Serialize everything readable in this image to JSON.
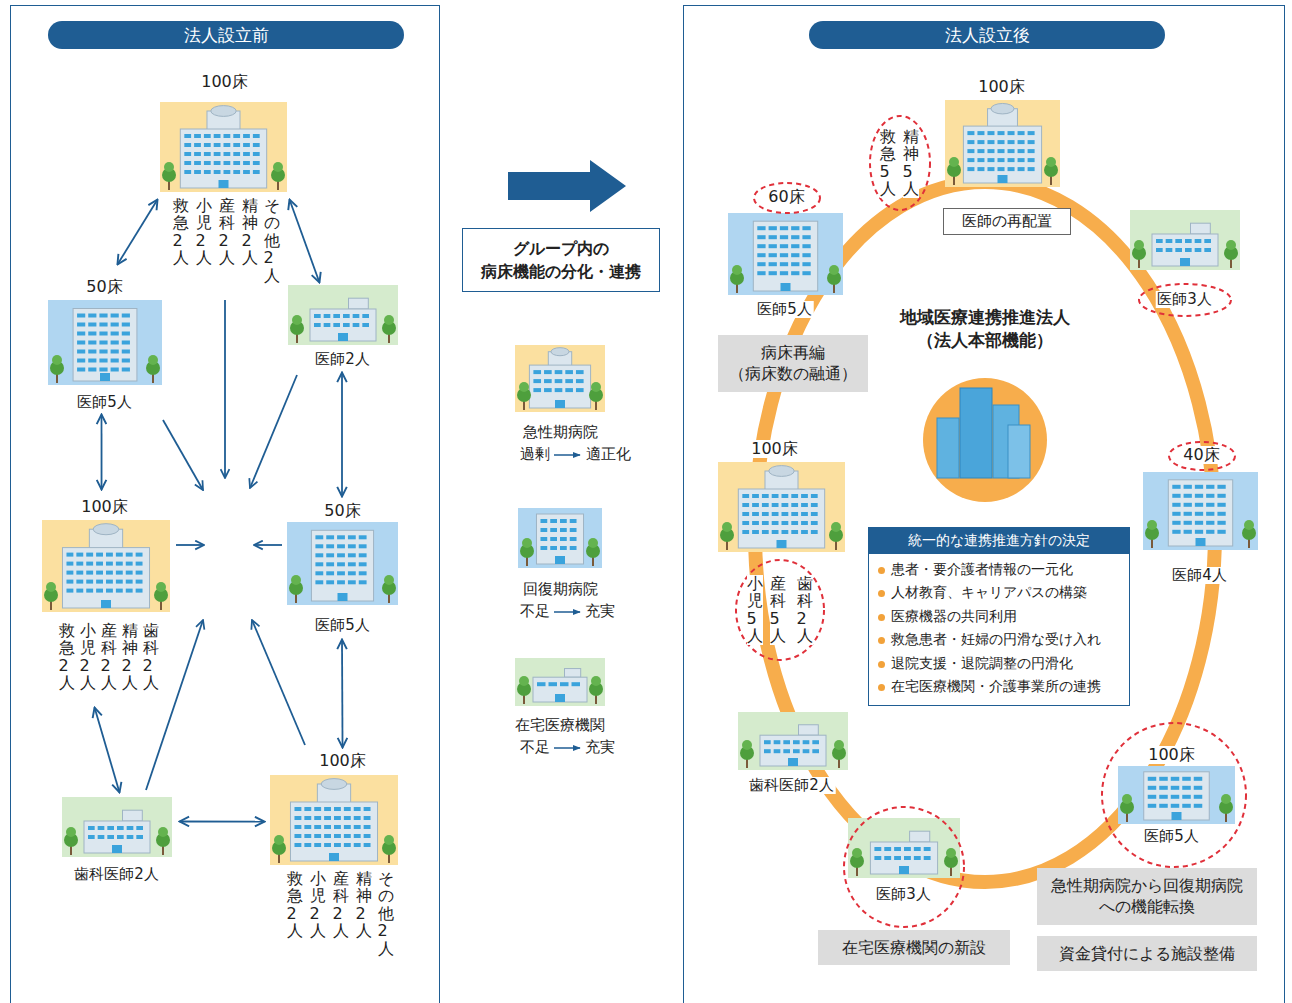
{
  "diagram": {
    "nodes": [
      {
        "text": [
          "法人設立前"
        ]
      },
      {
        "text": [
          "100床",
          "救急2人",
          "小児2人",
          "産科2人",
          "精神2人",
          "その他2人"
        ],
        "in": 0
      },
      {
        "text": [
          "50床",
          "医師5人"
        ],
        "in": 0
      },
      {
        "text": [
          "医師2人"
        ],
        "in": 0
      },
      {
        "text": [
          "100床",
          "救急2人",
          "小児2人",
          "産科2人",
          "精神2人",
          "歯科2人"
        ],
        "in": 0
      },
      {
        "text": [
          "50床",
          "医師5人"
        ],
        "in": 0
      },
      {
        "text": [
          "歯科医師2人"
        ],
        "in": 0
      },
      {
        "text": [
          "100床",
          "救急2人",
          "小児2人",
          "産科2人",
          "精神2人",
          "その他2人"
        ],
        "in": 0
      },
      {
        "text": [
          "グループ内の 病床機能の分化・連携"
        ]
      },
      {
        "text": [
          "法人設立後"
        ]
      },
      {
        "text": [
          "地域医療連携推進法人 （法人本部機能）"
        ],
        "in": 9
      },
      {
        "text": [
          "統一的な連携推進方針の決定",
          "患者・要介護者情報の一元化",
          "人材教育、キャリアパスの構築",
          "医療機器の共同利用",
          "救急患者・妊婦の円滑な受け入れ",
          "退院支援・退院調整の円滑化",
          "在宅医療機関・介護事業所の連携"
        ],
        "in": 9
      },
      {
        "text": [
          "100床",
          "救急5人",
          "精神5人"
        ],
        "in": 9
      },
      {
        "text": [
          "医師の再配置"
        ],
        "in": 9
      },
      {
        "text": [
          "医師3人"
        ],
        "in": 9
      },
      {
        "text": [
          "40床",
          "医師4人"
        ],
        "in": 9
      },
      {
        "text": [
          "100床",
          "医師5人"
        ],
        "in": 9
      },
      {
        "text": [
          "急性期病院から回復期病院への機能転換"
        ],
        "in": 9
      },
      {
        "text": [
          "資金貸付による施設整備"
        ],
        "in": 9
      },
      {
        "text": [
          "医師3人"
        ],
        "in": 9
      },
      {
        "text": [
          "在宅医療機関の新設"
        ],
        "in": 9
      },
      {
        "text": [
          "歯科医師2人"
        ],
        "in": 9
      },
      {
        "text": [
          "100床",
          "小児5人",
          "産科5人",
          "歯科2人"
        ],
        "in": 9
      },
      {
        "text": [
          "60床",
          "医師5人"
        ],
        "in": 9
      },
      {
        "text": [
          "病床再編 （病床数の融通）"
        ],
        "in": 9
      }
    ],
    "edges": [
      {
        "from": 1,
        "to": 2,
        "arrow": "both"
      },
      {
        "from": 1,
        "to": 3,
        "arrow": "both"
      },
      {
        "from": 2,
        "to": 4,
        "arrow": "both"
      },
      {
        "from": 3,
        "to": 5,
        "arrow": "both"
      },
      {
        "from": 5,
        "to": 7,
        "arrow": "both"
      },
      {
        "from": 4,
        "to": 6,
        "arrow": "both"
      },
      {
        "from": 6,
        "to": 7,
        "arrow": "both"
      }
    ],
    "labels": [
      "過剰",
      "適正化",
      "不足",
      "充実",
      "不足",
      "充実"
    ],
    "legend": [
      {
        "text": "急性期病院"
      },
      {
        "text": "回復期病院"
      },
      {
        "text": "在宅医療機関"
      }
    ]
  }
}
